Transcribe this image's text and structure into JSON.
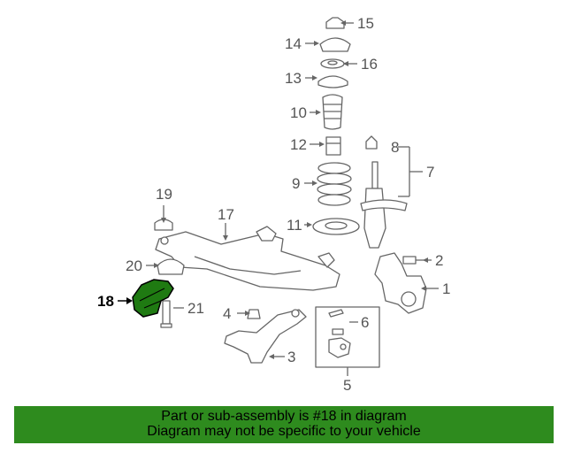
{
  "diagram": {
    "callouts": [
      "1",
      "2",
      "3",
      "4",
      "5",
      "6",
      "7",
      "8",
      "9",
      "10",
      "11",
      "12",
      "13",
      "14",
      "15",
      "16",
      "17",
      "18",
      "19",
      "20",
      "21"
    ],
    "highlighted_callout": "18"
  },
  "banner": {
    "line1": "Part or sub-assembly is #18 in diagram",
    "line2": "Diagram may not be specific to your vehicle"
  },
  "colors": {
    "banner_bg": "#2e8b1e",
    "highlight_part": "#1f7a12",
    "line_art": "#666666"
  }
}
